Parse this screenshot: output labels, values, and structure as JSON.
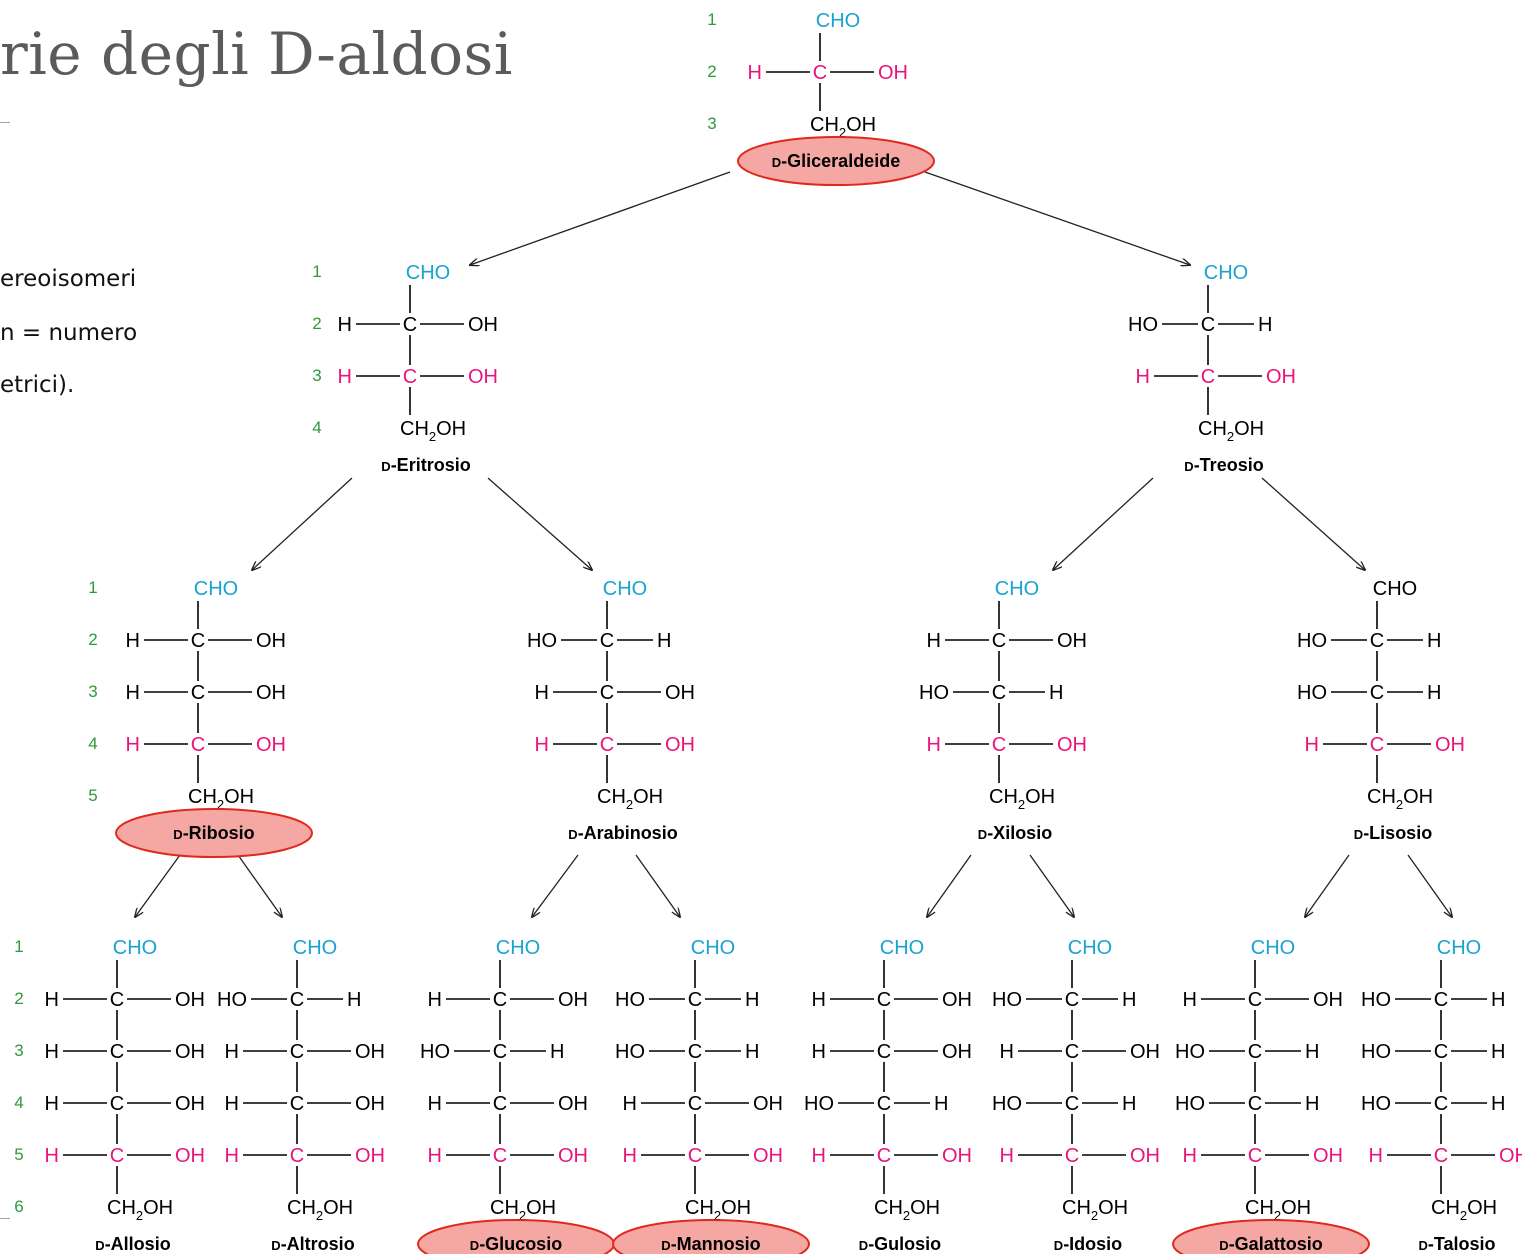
{
  "slide": {
    "title": "rie degli D-aldosi",
    "body_lines": [
      "ereoisomeri",
      "n = numero",
      "etrici)."
    ]
  },
  "colors": {
    "cho": "#1aa3d0",
    "inverted": "#e8157c",
    "black": "#000000",
    "numbers": "#2e9a3a",
    "oval_fill": "#f5a7a3",
    "oval_stroke": "#e0281c"
  },
  "labels": {
    "cho": "CHO",
    "c": "C",
    "h": "H",
    "oh": "OH",
    "ho": "HO",
    "ch2oh_prefix": "CH",
    "ch2oh_sub": "2",
    "ch2oh_suffix": "OH",
    "d_prefix": "D"
  },
  "molecules": [
    {
      "id": "gliceraldeide",
      "name": "Gliceraldeide",
      "highlighted": true,
      "numbered": true,
      "rows": [
        "R"
      ]
    },
    {
      "id": "eritrosio",
      "name": "Eritrosio",
      "highlighted": false,
      "numbered": true,
      "rows": [
        "R",
        "R"
      ]
    },
    {
      "id": "treosio",
      "name": "Treosio",
      "highlighted": false,
      "numbered": false,
      "rows": [
        "L",
        "R"
      ]
    },
    {
      "id": "ribosio",
      "name": "Ribosio",
      "highlighted": true,
      "numbered": true,
      "rows": [
        "R",
        "R",
        "R"
      ]
    },
    {
      "id": "arabinosio",
      "name": "Arabinosio",
      "highlighted": false,
      "numbered": false,
      "rows": [
        "L",
        "R",
        "R"
      ]
    },
    {
      "id": "xilosio",
      "name": "Xilosio",
      "highlighted": false,
      "numbered": false,
      "rows": [
        "R",
        "L",
        "R"
      ]
    },
    {
      "id": "lisosio",
      "name": "Lisosio",
      "highlighted": false,
      "numbered": false,
      "rows": [
        "L",
        "L",
        "R"
      ]
    },
    {
      "id": "allosio",
      "name": "Allosio",
      "highlighted": false,
      "numbered": true,
      "rows": [
        "R",
        "R",
        "R",
        "R"
      ]
    },
    {
      "id": "altrosio",
      "name": "Altrosio",
      "highlighted": false,
      "numbered": false,
      "rows": [
        "L",
        "R",
        "R",
        "R"
      ]
    },
    {
      "id": "glucosio",
      "name": "Glucosio",
      "highlighted": true,
      "numbered": false,
      "rows": [
        "R",
        "L",
        "R",
        "R"
      ]
    },
    {
      "id": "mannosio",
      "name": "Mannosio",
      "highlighted": true,
      "numbered": false,
      "rows": [
        "L",
        "L",
        "R",
        "R"
      ]
    },
    {
      "id": "gulosio",
      "name": "Gulosio",
      "highlighted": false,
      "numbered": false,
      "rows": [
        "R",
        "R",
        "L",
        "R"
      ]
    },
    {
      "id": "idosio",
      "name": "Idosio",
      "highlighted": false,
      "numbered": false,
      "rows": [
        "L",
        "R",
        "L",
        "R"
      ]
    },
    {
      "id": "galattosio",
      "name": "Galattosio",
      "highlighted": true,
      "numbered": false,
      "rows": [
        "R",
        "L",
        "L",
        "R"
      ]
    },
    {
      "id": "talosio",
      "name": "Talosio",
      "highlighted": false,
      "numbered": false,
      "rows": [
        "L",
        "L",
        "L",
        "R"
      ]
    }
  ],
  "edges": [
    [
      "gliceraldeide",
      "eritrosio"
    ],
    [
      "gliceraldeide",
      "treosio"
    ],
    [
      "eritrosio",
      "ribosio"
    ],
    [
      "eritrosio",
      "arabinosio"
    ],
    [
      "treosio",
      "xilosio"
    ],
    [
      "treosio",
      "lisosio"
    ],
    [
      "ribosio",
      "allosio"
    ],
    [
      "ribosio",
      "altrosio"
    ],
    [
      "arabinosio",
      "glucosio"
    ],
    [
      "arabinosio",
      "mannosio"
    ],
    [
      "xilosio",
      "gulosio"
    ],
    [
      "xilosio",
      "idosio"
    ],
    [
      "lisosio",
      "galattosio"
    ],
    [
      "lisosio",
      "talosio"
    ]
  ]
}
